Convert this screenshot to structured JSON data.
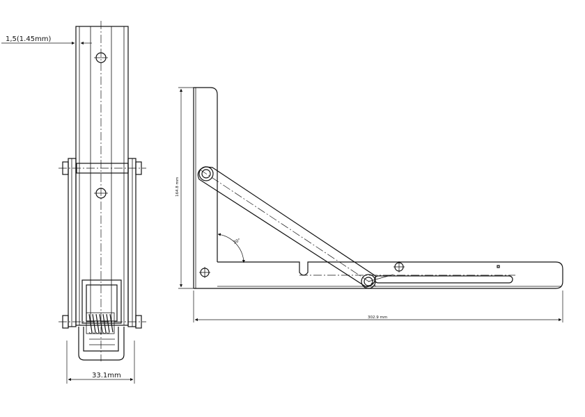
{
  "drawing": {
    "side_view": {
      "thickness_label": "1,5(1.45mm)",
      "width_label": "33.1mm"
    },
    "front_view": {
      "height_label": "164.8 mm",
      "length_label": "302.9 mm",
      "angle_label": "30°"
    }
  }
}
